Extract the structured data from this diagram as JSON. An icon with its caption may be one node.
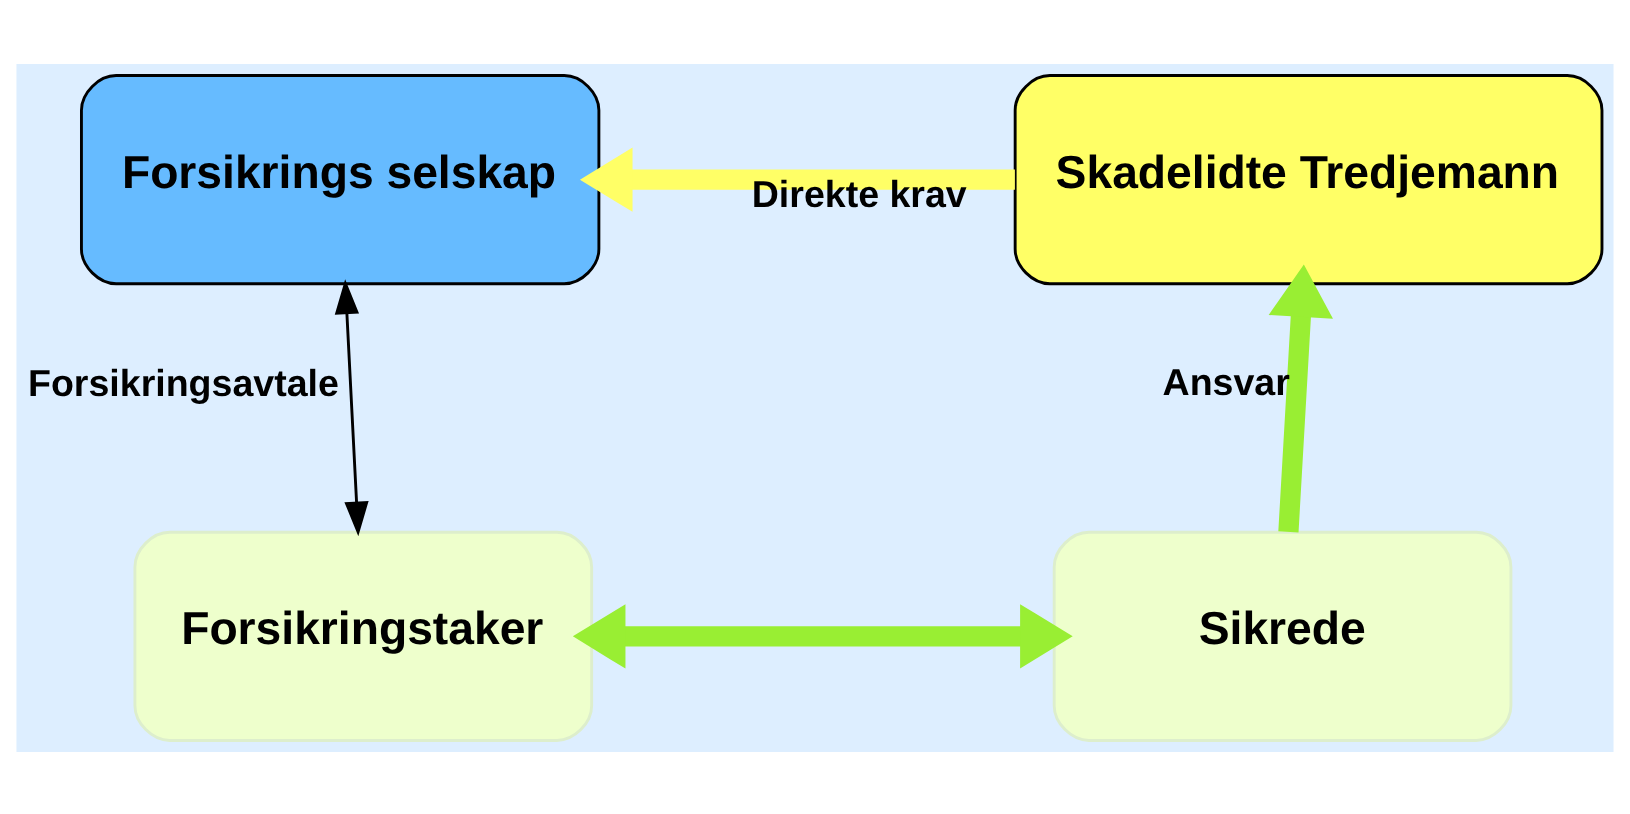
{
  "diagram": {
    "nodes": [
      {
        "text": [
          "Forsikrings selskap"
        ]
      },
      {
        "text": [
          "Skadelidte Tredjemann"
        ]
      },
      {
        "text": [
          "Forsikringstaker"
        ]
      },
      {
        "text": [
          "Sikrede"
        ]
      }
    ],
    "edges": [
      {
        "from": 1,
        "to": 0,
        "arrow": "to",
        "label": "Direkte krav",
        "color": "#ffff66"
      },
      {
        "from": 0,
        "to": 2,
        "arrow": "both",
        "label": "Forsikringsavtale",
        "color": "#000000"
      },
      {
        "from": 2,
        "to": 3,
        "arrow": "both"
      },
      {
        "from": 3,
        "to": 1,
        "arrow": "to",
        "label": "Ansvar"
      }
    ]
  }
}
